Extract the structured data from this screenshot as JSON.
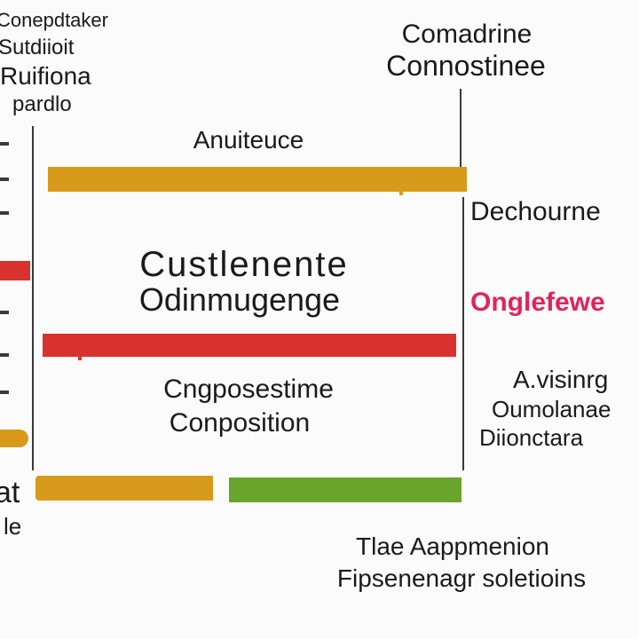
{
  "colors": {
    "orange": "#d79a1b",
    "red": "#d8322f",
    "green": "#6aa52b",
    "pink_text": "#e0245e",
    "line": "#3a3a3a"
  },
  "top_left_lines": [
    "Conepdtaker",
    "Sutdiioit",
    "Ruifiona",
    "pardlo"
  ],
  "top_right_heading": [
    "Comadrine",
    "Connostinee"
  ],
  "top_label": "Anuiteuce",
  "center_label": [
    "Custlenente",
    "Odinmugenge"
  ],
  "mid_label": [
    "Cngposestime",
    "Conposition"
  ],
  "right_labels": {
    "r1": "Dechourne",
    "r2": "Onglefewe",
    "r3": [
      "A.visinrg",
      "Oumolanae",
      "Diionctara"
    ]
  },
  "left_small": {
    "at": "at",
    "le": "le"
  },
  "bottom_caption": [
    "Tlae Aappmenion",
    "Fipsenenagr soletioins"
  ]
}
